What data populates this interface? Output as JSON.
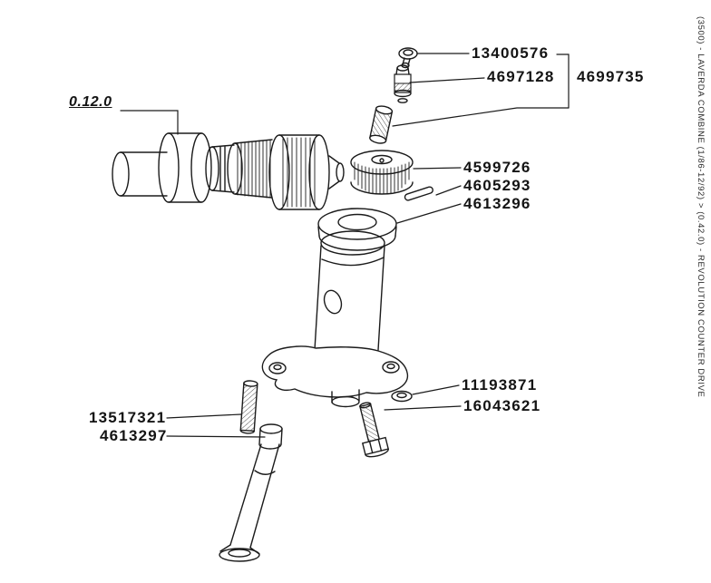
{
  "page": {
    "background": "#ffffff",
    "ink": "#1a1a1a"
  },
  "sidebar": {
    "reference_text": "(3500) - LAVERDA COMBINE (1/86-12/92) > (0.42.0) - REVOLUTION COUNTER DRIVE"
  },
  "diagram": {
    "section_ref": "0.12.0",
    "parts": [
      {
        "number": "13400576"
      },
      {
        "number": "4697128"
      },
      {
        "number": "4699735"
      },
      {
        "number": "4599726"
      },
      {
        "number": "4605293"
      },
      {
        "number": "4613296"
      },
      {
        "number": "11193871"
      },
      {
        "number": "16043621"
      },
      {
        "number": "13517321"
      },
      {
        "number": "4613297"
      }
    ]
  }
}
